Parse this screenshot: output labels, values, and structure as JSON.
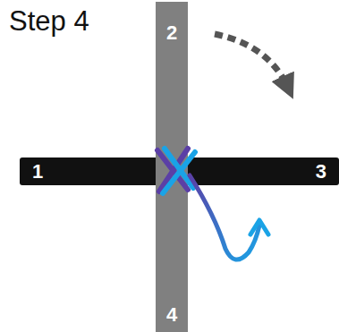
{
  "diagram": {
    "title": "Step 4",
    "nodes": [
      {
        "text": [
          "2",
          "4"
        ]
      },
      {
        "text": [
          "1",
          "3"
        ]
      }
    ]
  }
}
